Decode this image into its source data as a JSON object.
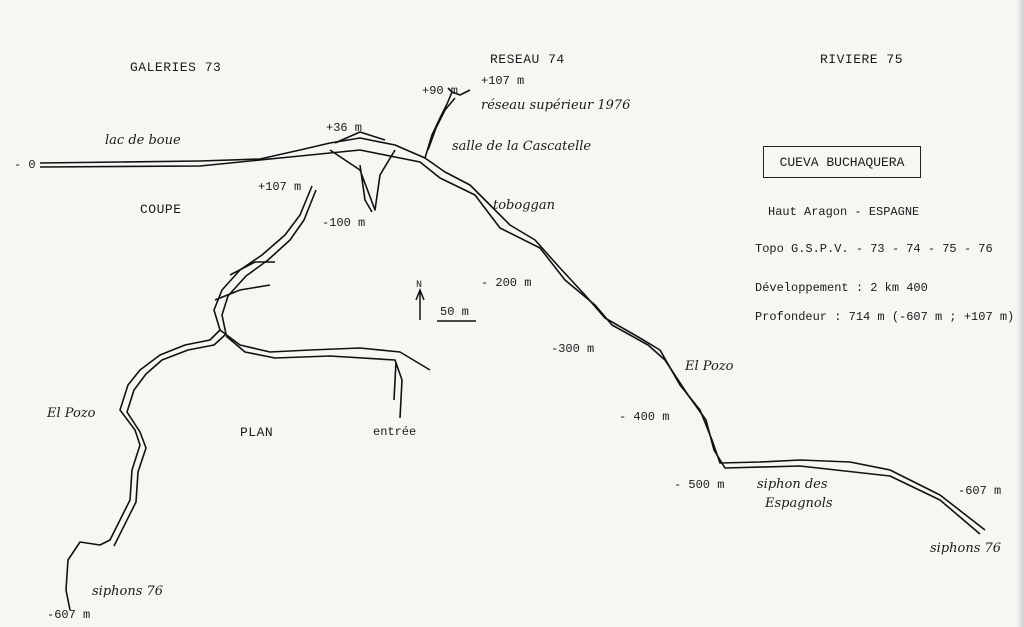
{
  "title": "CUEVA BUCHAQUERA",
  "region": "Haut Aragon - ESPAGNE",
  "topo": "Topo G.S.P.V. - 73 - 74 - 75 - 76",
  "development": "Développement : 2 km 400",
  "depth": "Profondeur : 714 m (-607 m ; +107 m)",
  "sections": {
    "galeries": "GALERIES 73",
    "reseau": "RESEAU 74",
    "riviere": "RIVIERE 75"
  },
  "views": {
    "coupe": "COUPE",
    "plan": "PLAN"
  },
  "scale": {
    "north": "N",
    "label": "50 m"
  },
  "coupe_labels": {
    "p107": "+107 m",
    "p90": "+90 m",
    "reseau_sup": "réseau supérieur 1976",
    "lac": "lac de boue",
    "p36": "+36 m",
    "cascatelle": "salle de la Cascatelle",
    "zero": "- 0",
    "toboggan": "toboggan",
    "m200": "- 200 m",
    "m300": "-300 m",
    "pozo": "El Pozo",
    "m400": "- 400 m",
    "m500": "- 500 m",
    "siphon1": "siphon des",
    "siphon2": "Espagnols",
    "m607": "-607 m",
    "siphons": "siphons 76"
  },
  "plan_labels": {
    "p107": "+107 m",
    "m100": "-100 m",
    "pozo": "El Pozo",
    "entree": "entrée",
    "siphons": "siphons 76",
    "m607": "-607 m"
  }
}
